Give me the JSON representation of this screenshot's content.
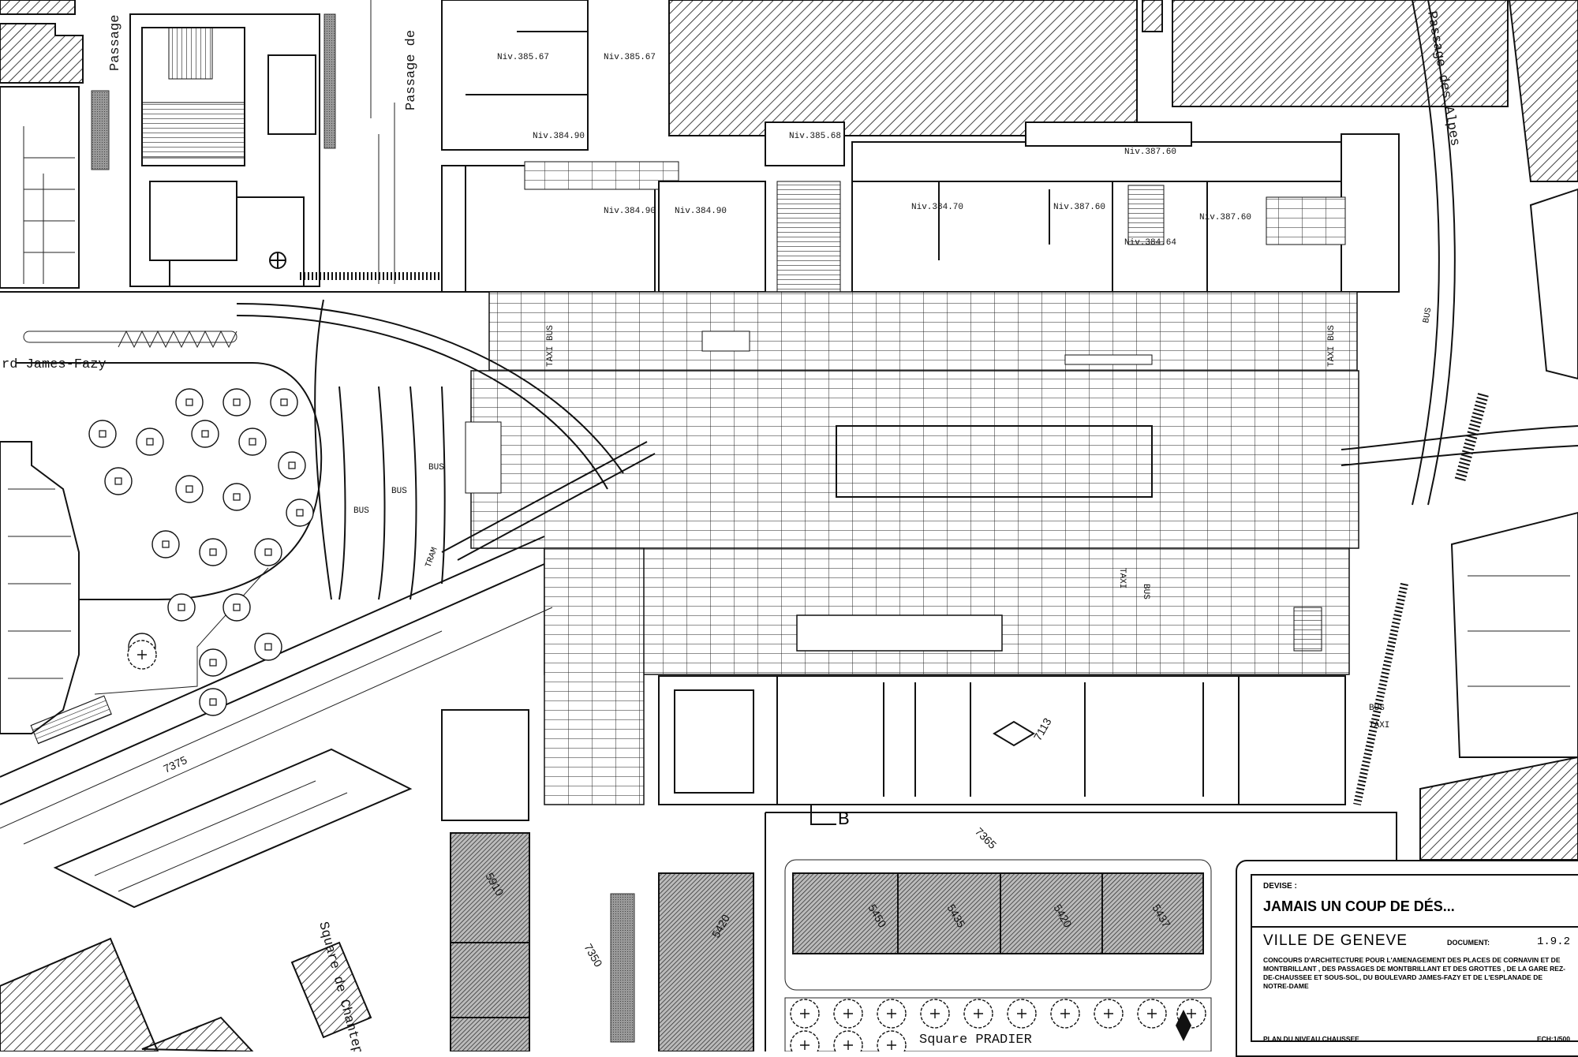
{
  "plan": {
    "street_labels": {
      "passage_left": "Passage",
      "passage_de": "Passage de",
      "passage_alpes": "Passage des Alpes",
      "boulevard": "rd James-Fazy",
      "square_chantepoulet": "Square de Chantepoulet",
      "square_pradier": "Square PRADIER",
      "tram": "TRAM"
    },
    "levels": [
      "Niv.385.67",
      "Niv.385.67",
      "Niv.384.90",
      "Niv.385.68",
      "Niv.384.90",
      "Niv.384.90",
      "Niv.387.60",
      "Niv.384.70",
      "Niv.387.60",
      "Niv.387.60",
      "Niv.384.64"
    ],
    "transport_labels": [
      "TAXI BUS",
      "BUS",
      "BUS",
      "BUS",
      "TAXI BUS",
      "BUS",
      "TAXI",
      "BUS",
      "TAXI",
      "BUS"
    ],
    "section_mark": "B",
    "elevations": [
      "7350",
      "7365",
      "7113",
      "7375",
      "5910",
      "5420",
      "5450",
      "5435",
      "5420",
      "5437"
    ]
  },
  "title_block": {
    "devise_label": "DEVISE :",
    "motto": "JAMAIS UN COUP DE DÉS...",
    "city": "VILLE DE GENEVE",
    "document_label": "DOCUMENT:",
    "document_number": "1.9.2",
    "description": "CONCOURS D'ARCHITECTURE POUR L'AMENAGEMENT DES PLACES DE CORNAVIN ET DE MONTBRILLANT , DES PASSAGES DE MONTBRILLANT ET DES GROTTES , DE LA GARE REZ-DE-CHAUSSEE ET SOUS-SOL, DU BOULEVARD JAMES-FAZY ET DE L'ESPLANADE DE NOTRE-DAME",
    "plan_name": "PLAN DU NIVEAU CHAUSSEE",
    "scale": "ECH:1/500"
  },
  "colors": {
    "ink": "#111111",
    "paper": "#ffffff"
  }
}
